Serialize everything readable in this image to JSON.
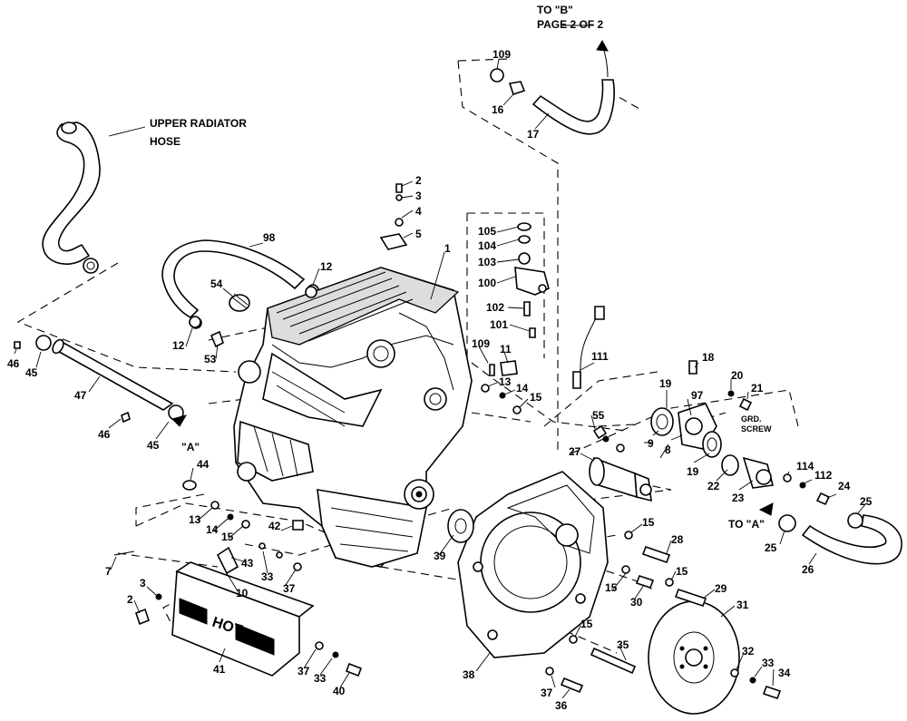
{
  "texts": {
    "to_b_line1": "TO \"B\"",
    "to_b_line2": "PAGE 2 OF 2",
    "upper_radiator_line1": "UPPER RADIATOR",
    "upper_radiator_line2": "HOSE",
    "ref_a_left": "\"A\"",
    "to_a_right": "TO \"A\"",
    "grd_line1": "GRD.",
    "grd_line2": "SCREW",
    "hot_label": "HOT"
  },
  "callouts": [
    "109",
    "16",
    "17",
    "2",
    "3",
    "4",
    "5",
    "98",
    "1",
    "12",
    "105",
    "104",
    "103",
    "100",
    "102",
    "101",
    "54",
    "12",
    "53",
    "46",
    "45",
    "47",
    "46",
    "45",
    "109",
    "11",
    "13",
    "14",
    "15",
    "111",
    "18",
    "19",
    "97",
    "20",
    "21",
    "9",
    "8",
    "55",
    "27",
    "19",
    "22",
    "23",
    "114",
    "112",
    "24",
    "25",
    "44",
    "13",
    "14",
    "15",
    "42",
    "43",
    "33",
    "37",
    "7",
    "3",
    "2",
    "10",
    "41",
    "37",
    "33",
    "40",
    "39",
    "15",
    "28",
    "15",
    "30",
    "29",
    "15",
    "25",
    "26",
    "31",
    "15",
    "35",
    "38",
    "37",
    "36",
    "32",
    "33",
    "34"
  ]
}
